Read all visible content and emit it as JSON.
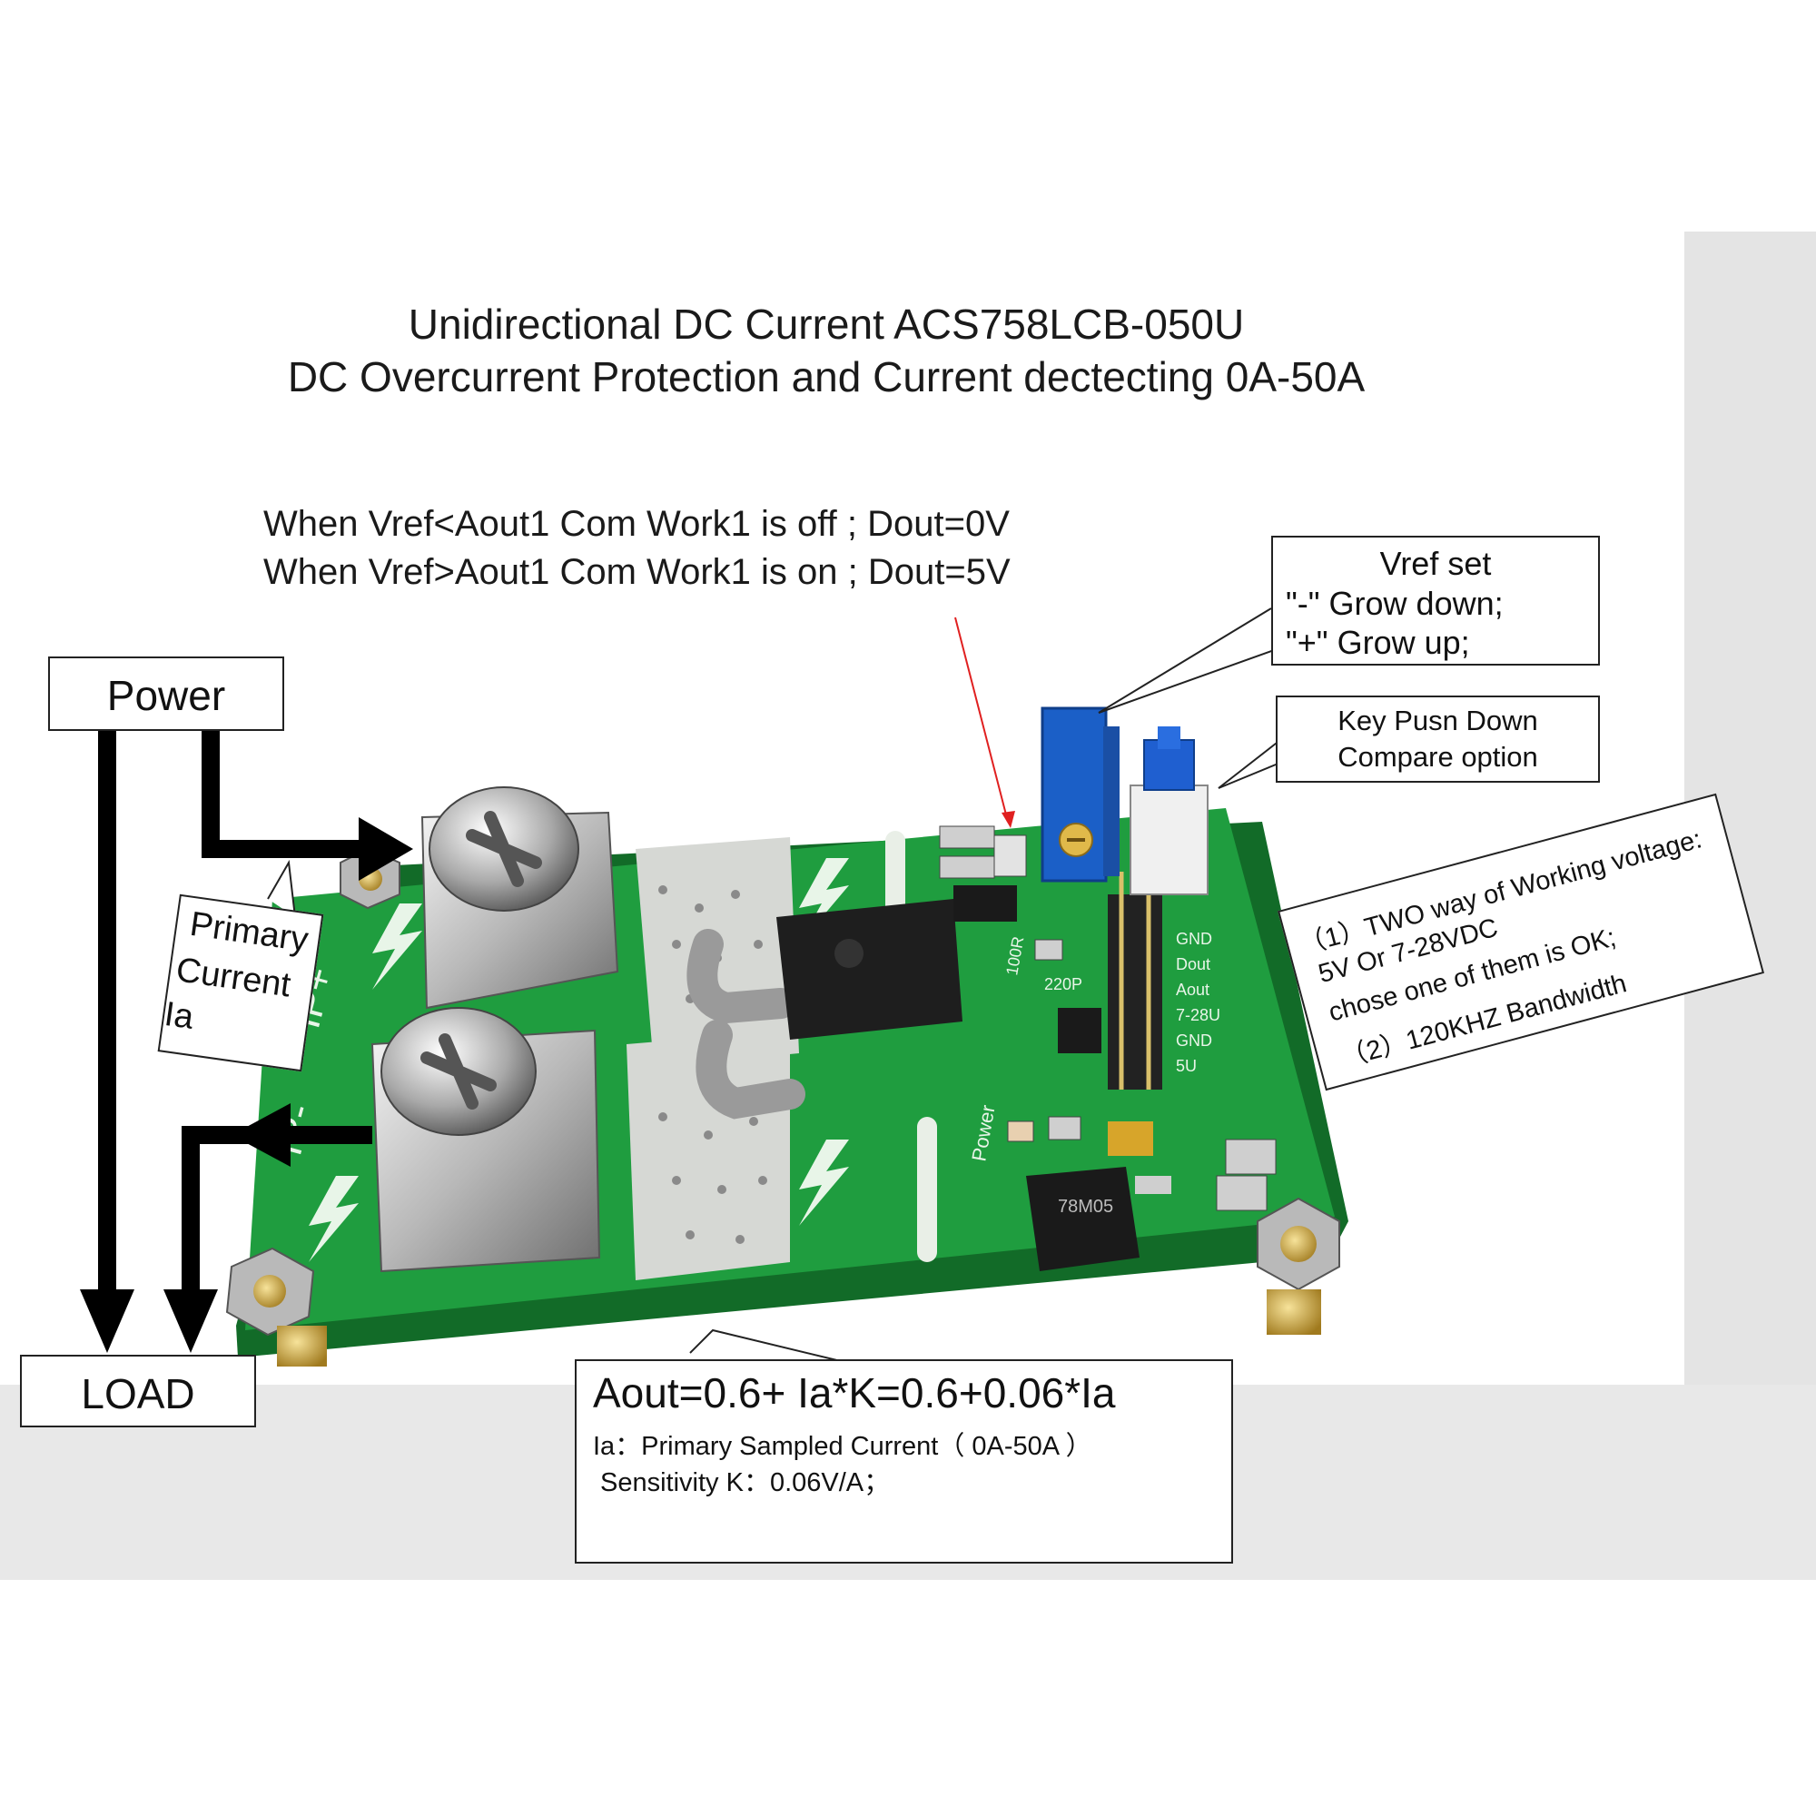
{
  "colors": {
    "pcb_green": "#1f9d3f",
    "pcb_dark": "#157a2f",
    "arrow": "#000000",
    "pointer_red": "#e02020",
    "pot_blue": "#1b5fc7"
  },
  "title": {
    "line1": "Unidirectional DC Current  ACS758LCB-050U",
    "line2": "DC Overcurrent Protection and Current dectecting  0A-50A"
  },
  "logic": {
    "line1": "When Vref<Aout1   Com Work1 is off ; Dout=0V",
    "line2": "When Vref>Aout1   Com Work1 is on ; Dout=5V"
  },
  "labels": {
    "power": "Power",
    "load": "LOAD",
    "primary_line1": "Primary",
    "primary_line2": "Current",
    "primary_line3": "Ia"
  },
  "vref": {
    "title": "Vref set",
    "minus": "\"-\" Grow down;",
    "plus": "\"+\" Grow up;"
  },
  "key": {
    "line1": "Key Pusn Down",
    "line2": "Compare option"
  },
  "voltage": {
    "line1": "（1）TWO way of Working voltage:",
    "line2": "5V Or 7-28VDC",
    "line3": "chose one of them is OK;",
    "line4": "（2）120KHZ Bandwidth"
  },
  "formula": {
    "main": "Aout=0.6+ Ia*K=0.6+0.06*Ia",
    "line2": "Ia：Primary Sampled Current（ 0A-50A ）",
    "line3": "Sensitivity K：0.06V/A；"
  },
  "pcb": {
    "terminal_plus": "IP+",
    "terminal_minus": "IP-",
    "pins": [
      "GND",
      "Dout",
      "Aout",
      "7-28U",
      "GND",
      "5U"
    ],
    "power_led": "Power",
    "cap_label": "220P",
    "res_label": "100R",
    "reg_label": "78M05"
  },
  "icons": {
    "potentiometer": "potentiometer-icon",
    "push_button": "push-button-icon",
    "screw": "screw-terminal-icon",
    "sensor_ic": "current-sensor-ic-icon",
    "lightning": "lightning-icon"
  }
}
